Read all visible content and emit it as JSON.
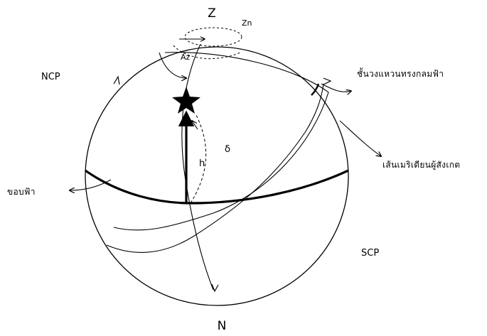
{
  "labels": {
    "zenith": "Z",
    "zenith_distance": "Zn",
    "azimuth": "Az",
    "north_celestial_pole": "NCP",
    "south_celestial_pole": "SCP",
    "north_point": "N",
    "hour_angle_label": "δ",
    "altitude": "h",
    "vertical_circle": "ชั้นวงแหวนทรงกลมฟ้า",
    "celestial_meridian": "เส้นเมริเดียนผู้สังเกต",
    "horizon": "ขอบฟ้า"
  },
  "colors": {
    "ink": "#000000",
    "background": "#ffffff"
  }
}
